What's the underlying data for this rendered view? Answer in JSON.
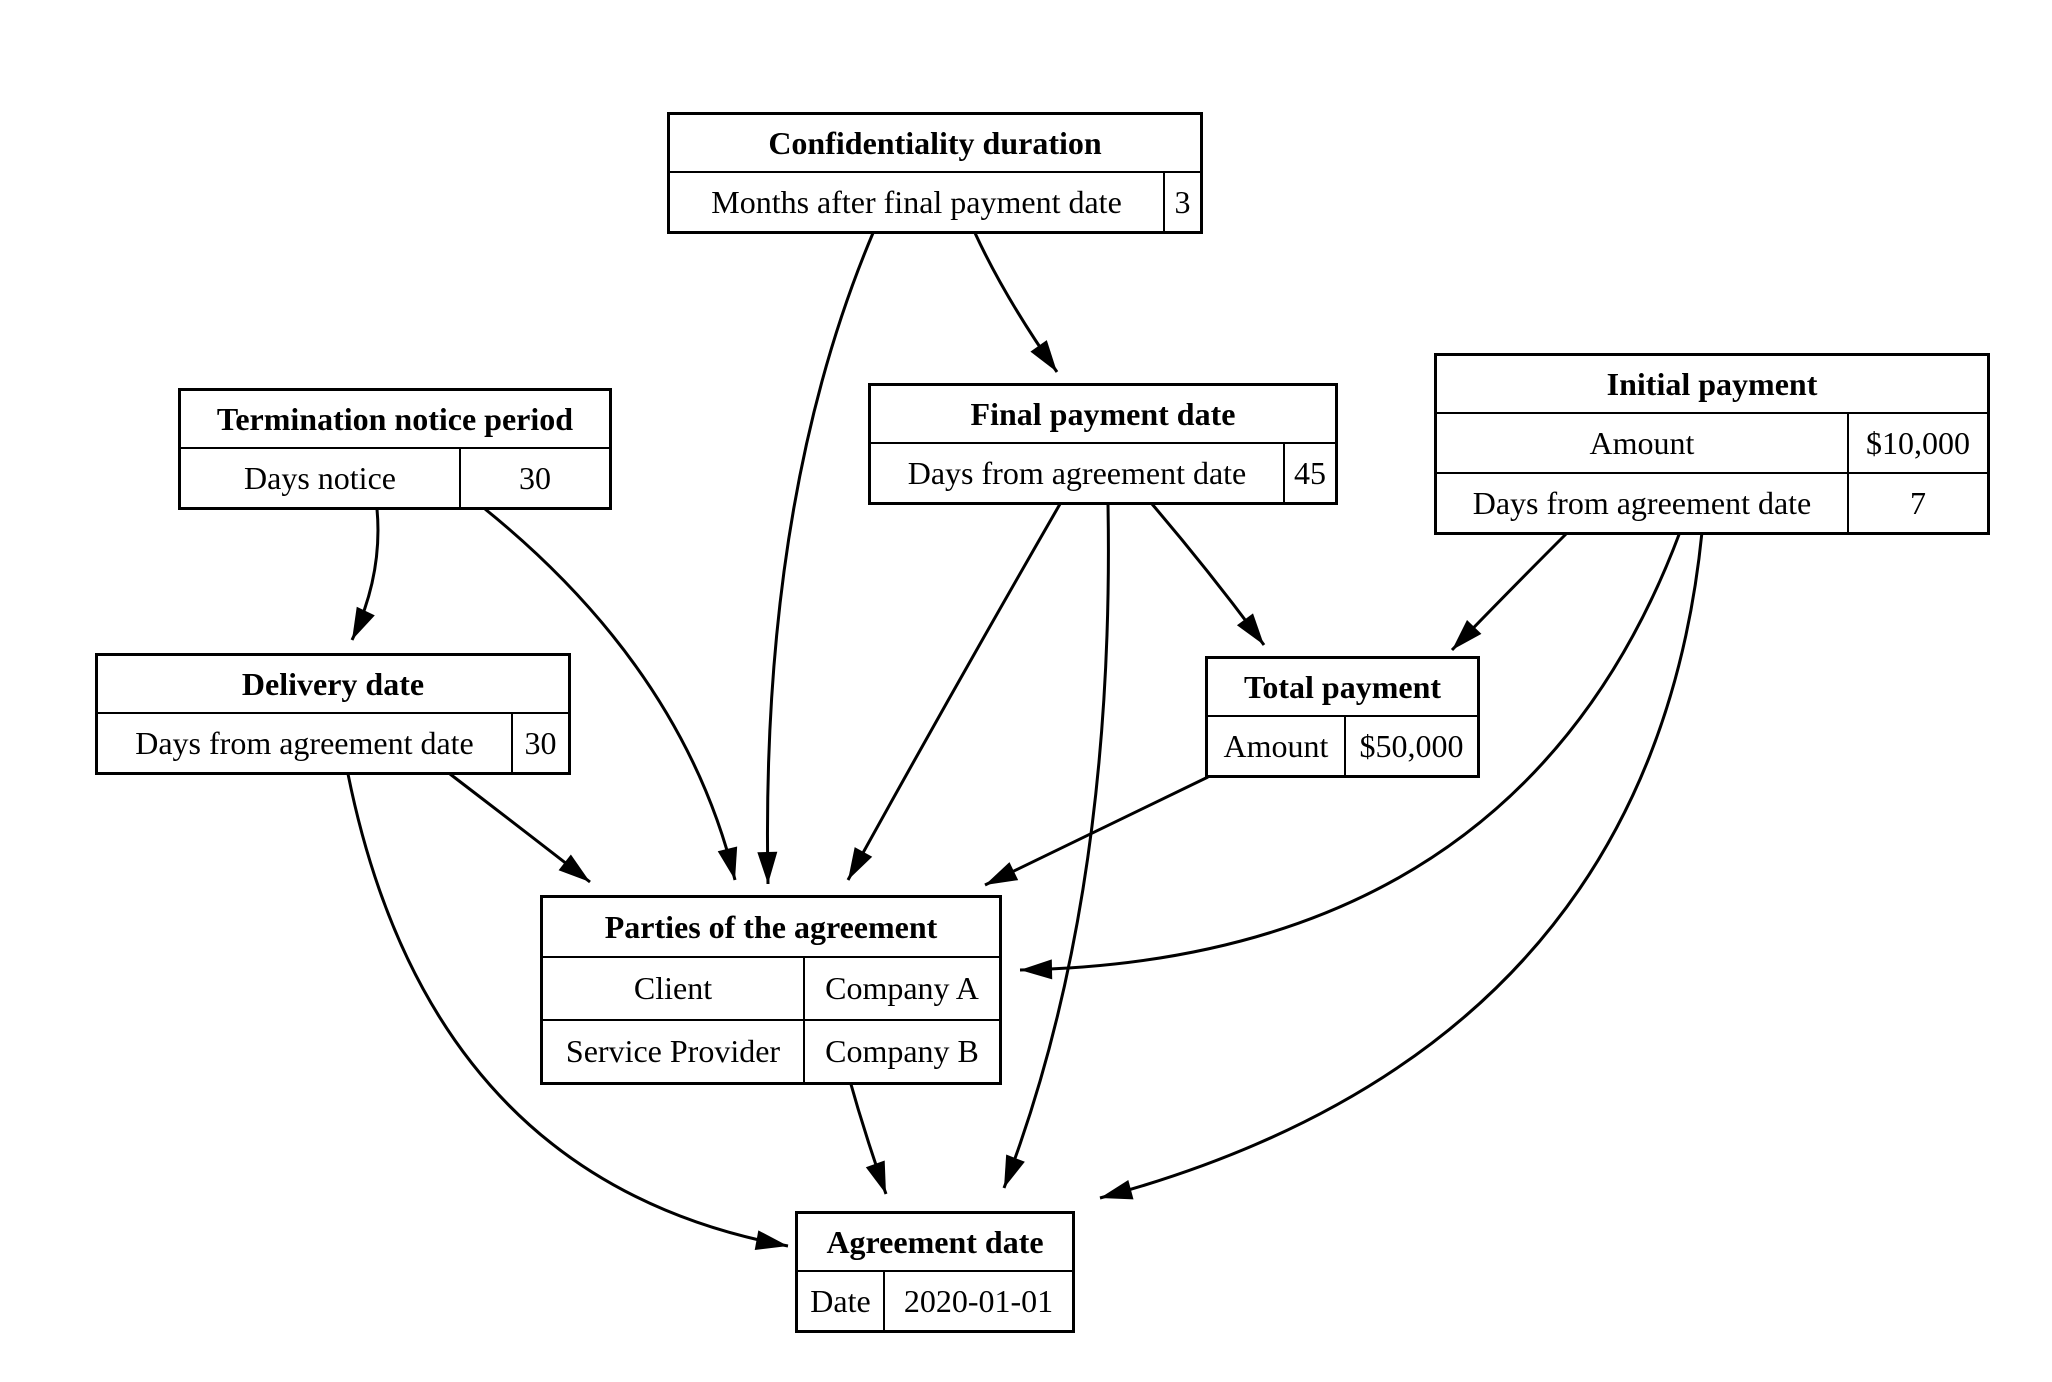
{
  "diagram": {
    "background_color": "#ffffff",
    "stroke_color": "#000000",
    "nodes": {
      "confidentiality_duration": {
        "title": "Confidentiality duration",
        "rows": [
          {
            "label": "Months after final payment date",
            "value": "3"
          }
        ]
      },
      "termination_notice_period": {
        "title": "Termination notice period",
        "rows": [
          {
            "label": "Days notice",
            "value": "30"
          }
        ]
      },
      "final_payment_date": {
        "title": "Final payment date",
        "rows": [
          {
            "label": "Days from agreement date",
            "value": "45"
          }
        ]
      },
      "initial_payment": {
        "title": "Initial payment",
        "rows": [
          {
            "label": "Amount",
            "value": "$10,000"
          },
          {
            "label": "Days from agreement date",
            "value": "7"
          }
        ]
      },
      "delivery_date": {
        "title": "Delivery date",
        "rows": [
          {
            "label": "Days from agreement date",
            "value": "30"
          }
        ]
      },
      "total_payment": {
        "title": "Total payment",
        "rows": [
          {
            "label": "Amount",
            "value": "$50,000"
          }
        ]
      },
      "parties_of_the_agreement": {
        "title": "Parties of the agreement",
        "rows": [
          {
            "label": "Client",
            "value": "Company A"
          },
          {
            "label": "Service Provider",
            "value": "Company B"
          }
        ]
      },
      "agreement_date": {
        "title": "Agreement date",
        "rows": [
          {
            "label": "Date",
            "value": "2020-01-01"
          }
        ]
      }
    },
    "edges": [
      {
        "from": "confidentiality_duration",
        "to": "final_payment_date"
      },
      {
        "from": "confidentiality_duration",
        "to": "parties_of_the_agreement"
      },
      {
        "from": "termination_notice_period",
        "to": "delivery_date"
      },
      {
        "from": "termination_notice_period",
        "to": "parties_of_the_agreement"
      },
      {
        "from": "final_payment_date",
        "to": "total_payment"
      },
      {
        "from": "final_payment_date",
        "to": "parties_of_the_agreement"
      },
      {
        "from": "final_payment_date",
        "to": "agreement_date"
      },
      {
        "from": "initial_payment",
        "to": "total_payment"
      },
      {
        "from": "initial_payment",
        "to": "parties_of_the_agreement"
      },
      {
        "from": "initial_payment",
        "to": "agreement_date"
      },
      {
        "from": "delivery_date",
        "to": "parties_of_the_agreement"
      },
      {
        "from": "delivery_date",
        "to": "agreement_date"
      },
      {
        "from": "total_payment",
        "to": "parties_of_the_agreement"
      },
      {
        "from": "parties_of_the_agreement",
        "to": "agreement_date"
      }
    ]
  }
}
